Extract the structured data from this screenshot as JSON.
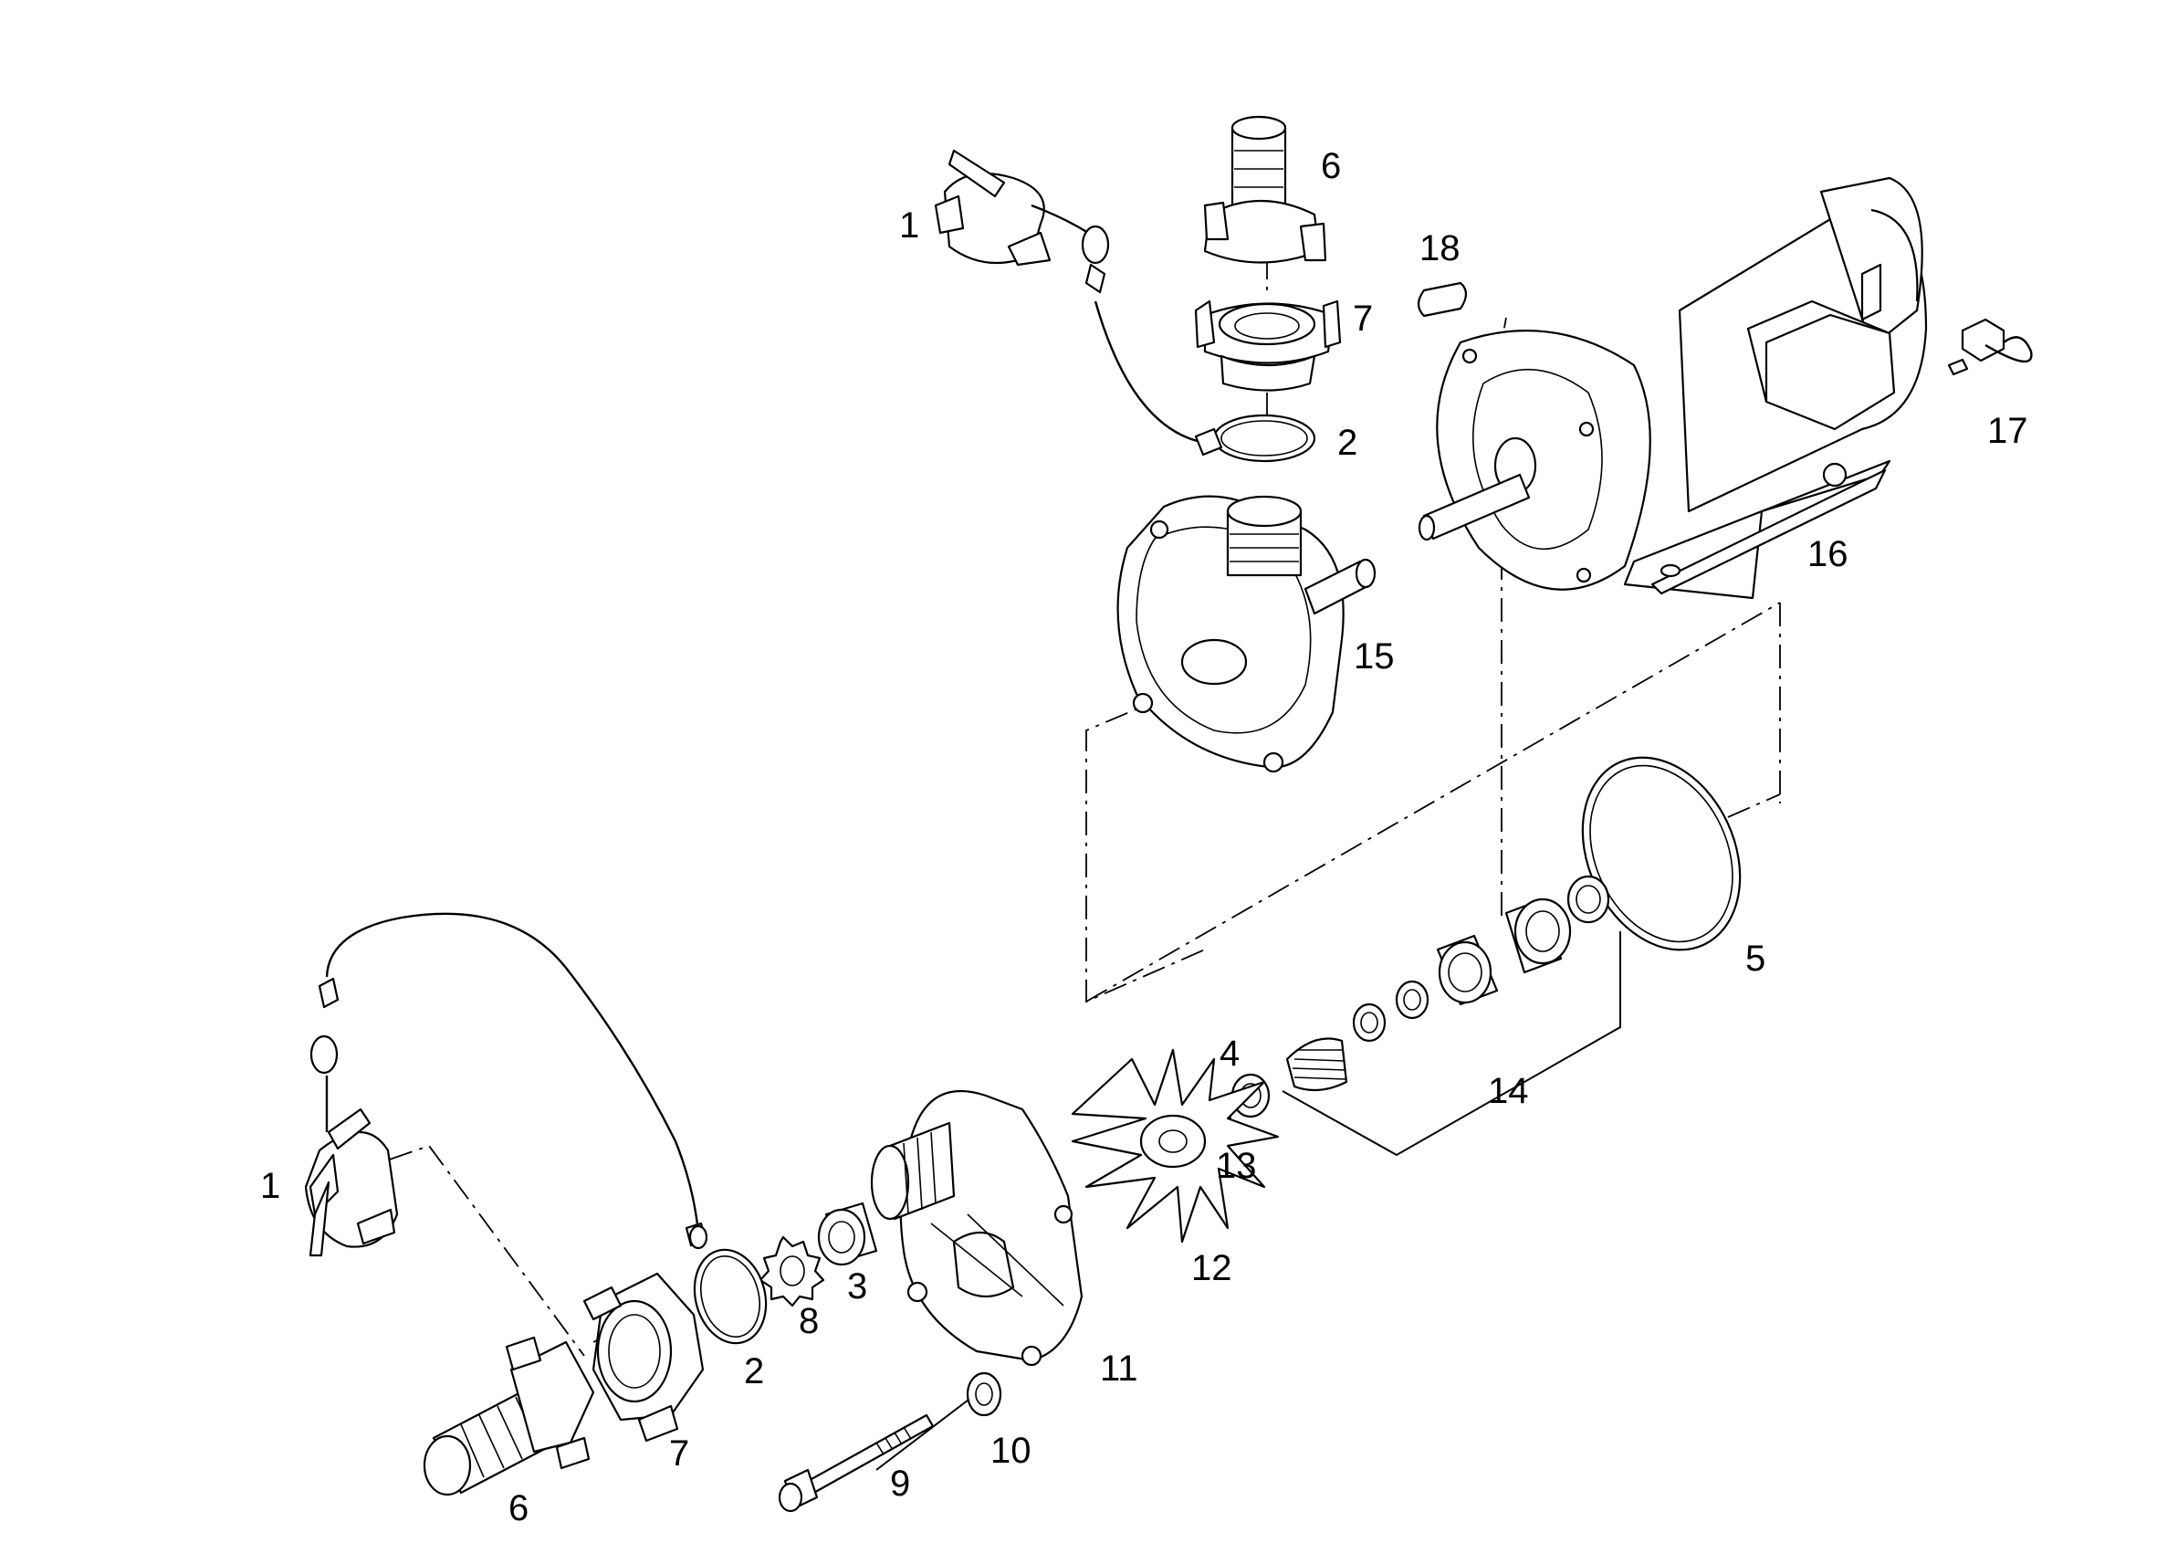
{
  "diagram": {
    "labels": [
      {
        "id": "p1_top",
        "text": "1"
      },
      {
        "id": "p6_top",
        "text": "6"
      },
      {
        "id": "p18",
        "text": "18"
      },
      {
        "id": "p7_top",
        "text": "7"
      },
      {
        "id": "p2_top",
        "text": "2"
      },
      {
        "id": "p17",
        "text": "17"
      },
      {
        "id": "p16",
        "text": "16"
      },
      {
        "id": "p15",
        "text": "15"
      },
      {
        "id": "p5",
        "text": "5"
      },
      {
        "id": "p4",
        "text": "4"
      },
      {
        "id": "p14",
        "text": "14"
      },
      {
        "id": "p13",
        "text": "13"
      },
      {
        "id": "p1_bottom",
        "text": "1"
      },
      {
        "id": "p12",
        "text": "12"
      },
      {
        "id": "p3",
        "text": "3"
      },
      {
        "id": "p8",
        "text": "8"
      },
      {
        "id": "p2_bottom",
        "text": "2"
      },
      {
        "id": "p11",
        "text": "11"
      },
      {
        "id": "p7_bottom",
        "text": "7"
      },
      {
        "id": "p10",
        "text": "10"
      },
      {
        "id": "p9",
        "text": "9"
      },
      {
        "id": "p6_bottom",
        "text": "6"
      }
    ]
  }
}
